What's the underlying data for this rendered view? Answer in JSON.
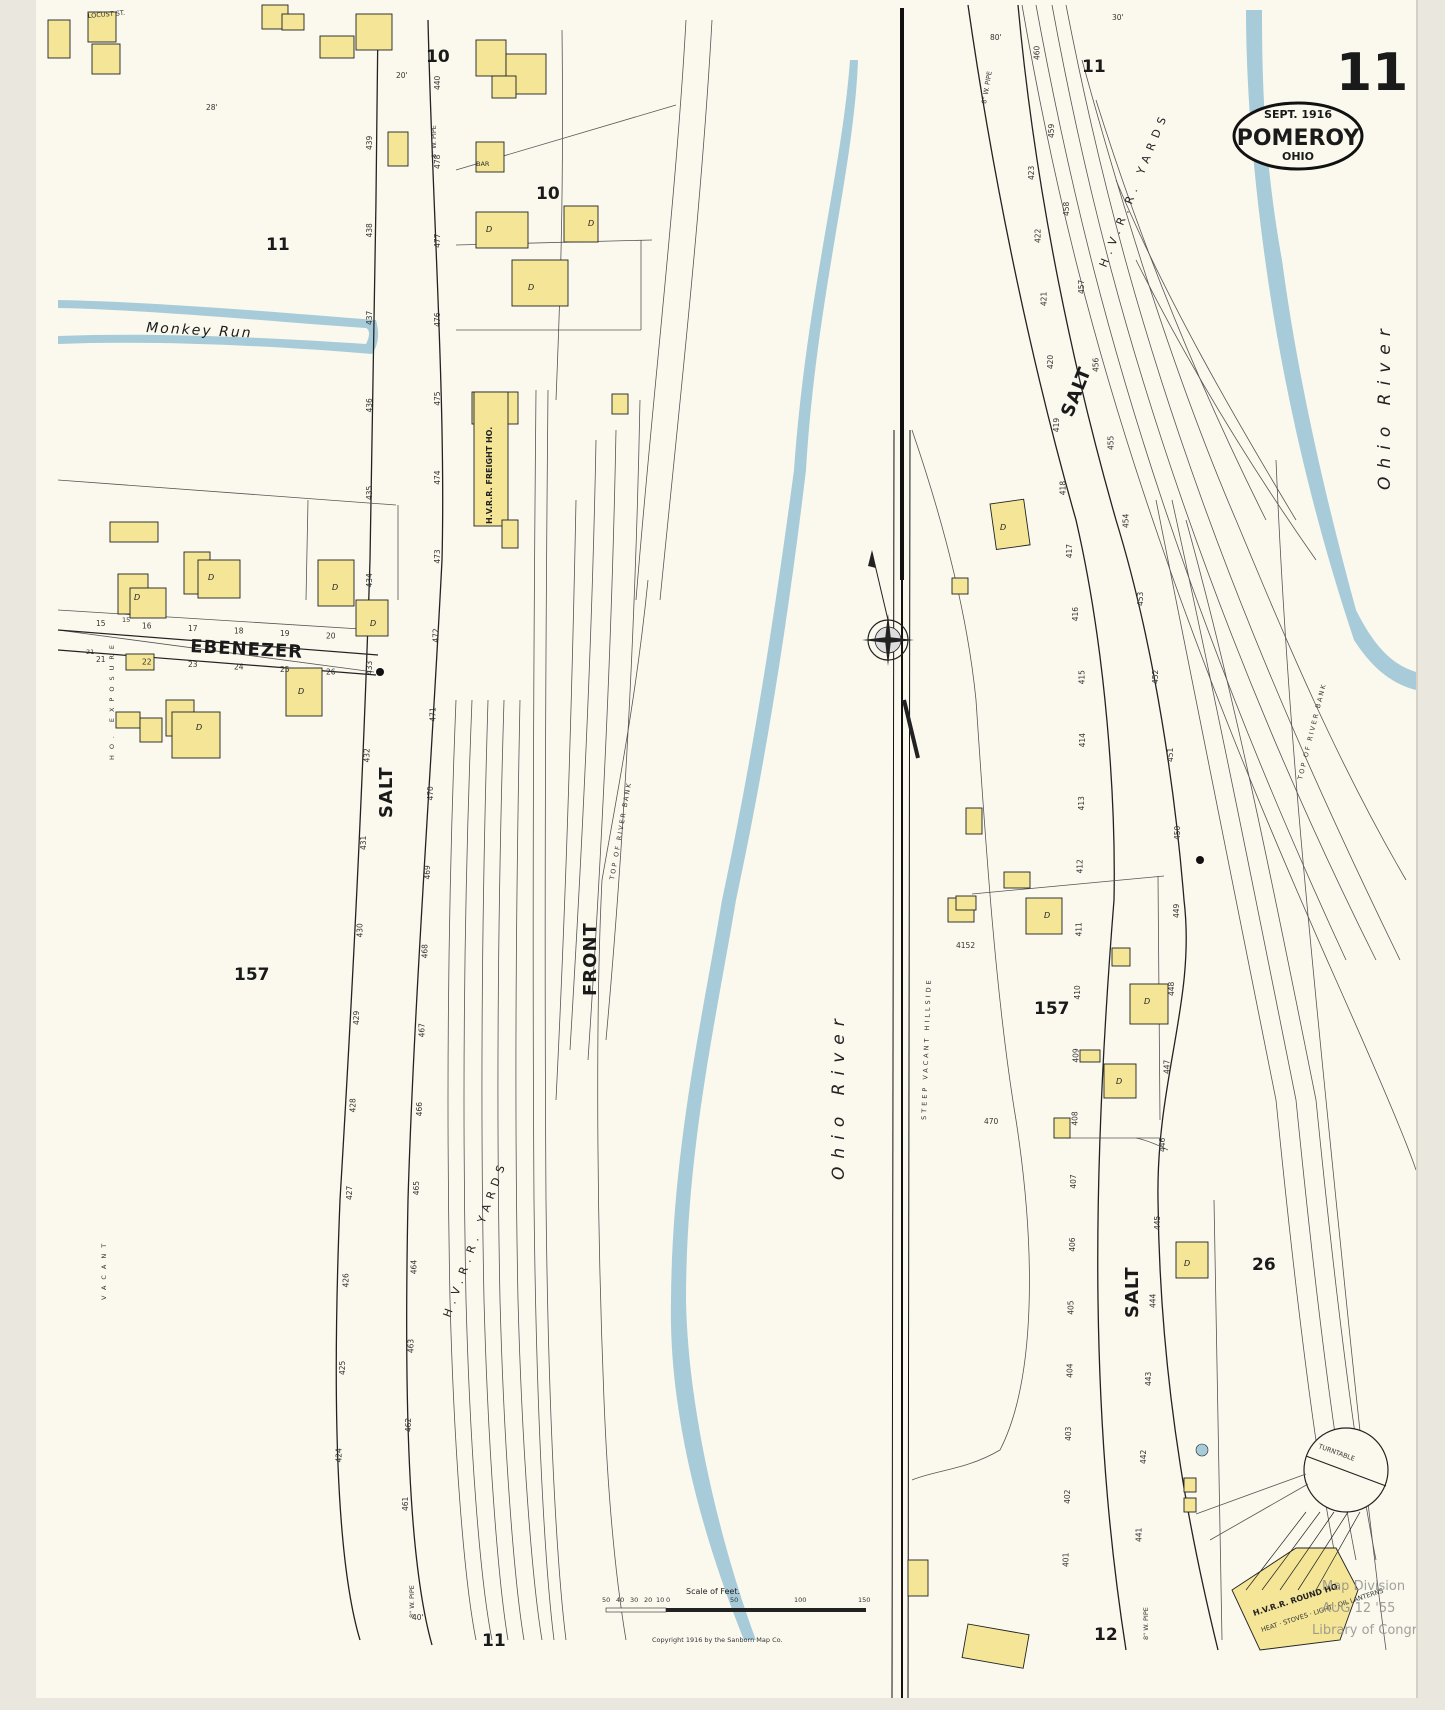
{
  "sheet": {
    "page_number": "11",
    "title_date": "SEPT. 1916",
    "title_city": "POMEROY",
    "title_state": "OHIO",
    "copyright": "Copyright 1916 by the Sanborn Map Co.",
    "stamp_lines": [
      "Map Division",
      "AUG 12 '55",
      "Library of Congress"
    ]
  },
  "blocks": [
    {
      "id": "b10a",
      "label": "10"
    },
    {
      "id": "b10b",
      "label": "10"
    },
    {
      "id": "b11a",
      "label": "11"
    },
    {
      "id": "b11b",
      "label": "11"
    },
    {
      "id": "b11c",
      "label": "11"
    },
    {
      "id": "b157a",
      "label": "157"
    },
    {
      "id": "b157b",
      "label": "157"
    },
    {
      "id": "b26",
      "label": "26"
    },
    {
      "id": "b12",
      "label": "12"
    }
  ],
  "streets": {
    "salt_a": "SALT",
    "salt_b": "SALT",
    "salt_c": "SALT",
    "ebenezer": "EBENEZER",
    "front": "FRONT",
    "locust": "LOCUST ST."
  },
  "features": {
    "monkey_run": "Monkey Run",
    "ohio_river_center": "Ohio River",
    "ohio_river_right": "Ohio River",
    "hvrr_yards_left": "H.V.R.R. YARDS",
    "hvrr_yards_right": "H.V.R.R. YARDS",
    "freight_house": "H.V.R.R. FREIGHT HO.",
    "round_house": "H.V.R.R. ROUND HO.",
    "round_house_note": "HEAT · STOVES · LIGHT · OIL LANTERNS",
    "turntable": "TURNTABLE",
    "steep_hillside": "STEEP VACANT HILLSIDE",
    "top_river_bank_left": "TOP OF RIVER BANK",
    "top_river_bank_right": "TOP OF RIVER BANK",
    "vacant": "VACANT",
    "ho_exposure": "HO. EXPOSURE",
    "pipe_top_left": "8\" W. PIPE",
    "pipe_top_right": "8\" W. PIPE",
    "pipe_bottom_left": "8\" W. PIPE",
    "pipe_bottom_right": "8\" W. PIPE",
    "dwelling": "D",
    "bdg_label": "BAR",
    "deg_15": "15",
    "deg_21": "21"
  },
  "scale": {
    "title": "Scale of Feet.",
    "ticks": [
      "50",
      "40",
      "30",
      "20",
      "10",
      "0",
      "50",
      "100",
      "150"
    ]
  },
  "addresses": {
    "left_salt_left": [
      "439",
      "438",
      "437",
      "436",
      "435",
      "434",
      "433",
      "432",
      "431",
      "430",
      "429",
      "428",
      "427",
      "426",
      "425",
      "424"
    ],
    "left_salt_right": [
      "440",
      "478",
      "477",
      "476",
      "475",
      "474",
      "473",
      "472",
      "471",
      "470",
      "469",
      "468",
      "467",
      "466",
      "465",
      "464",
      "463",
      "462",
      "461"
    ],
    "ebenezer": [
      "15",
      "16",
      "17",
      "18",
      "19",
      "20",
      "21",
      "22",
      "23",
      "24",
      "25",
      "26"
    ],
    "right_salt_left": [
      "423",
      "422",
      "421",
      "420",
      "419",
      "418",
      "417",
      "416",
      "415",
      "414",
      "413",
      "412",
      "411",
      "410",
      "409",
      "408",
      "407",
      "406",
      "405",
      "404",
      "403",
      "402",
      "401"
    ],
    "right_salt_right": [
      "460",
      "459",
      "458",
      "457",
      "456",
      "455",
      "454",
      "453",
      "452",
      "451",
      "450",
      "449",
      "448",
      "447",
      "446",
      "445",
      "444",
      "443",
      "442",
      "441"
    ],
    "misc": [
      "4152",
      "470",
      "30'",
      "20'",
      "40'",
      "80'",
      "28'"
    ]
  }
}
